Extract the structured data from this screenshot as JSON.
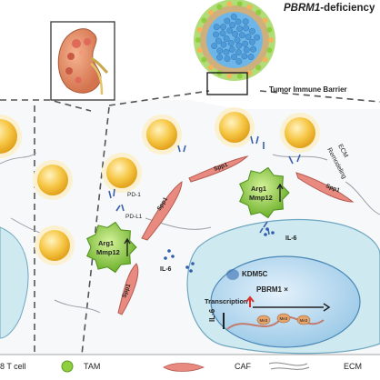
{
  "title": "PBRM1-deficiency",
  "title_gene": "PBRM1",
  "title_suffix": "-deficiency",
  "inset_label": "Tumor Immune Barrier",
  "ecm_label_1": "ECM",
  "ecm_label_2": "Remodeling",
  "spp1": "Spp1",
  "pd1": "PD-1",
  "pdl1": "PD-L1",
  "tam_gene_1": "Arg1",
  "tam_gene_2": "Mmp12",
  "il6": "IL-6",
  "kdm5c": "KDM5C",
  "pbrm1_mark": "PBRM1 ×",
  "transcription": "Transcription",
  "me3": "Me3",
  "legend": {
    "tcell": "8 T cell",
    "tam": "TAM",
    "caf": "CAF",
    "ecm": "ECM"
  },
  "colors": {
    "tcell_fill": "#f6c644",
    "tam_fill": "#8fcf3f",
    "caf_fill": "#e98a80",
    "tumor_fill": "#cfe9f1",
    "nucleus_fill": "#bcd9ee",
    "dash": "#555555",
    "barrier_blue": "#6fb6e8"
  }
}
